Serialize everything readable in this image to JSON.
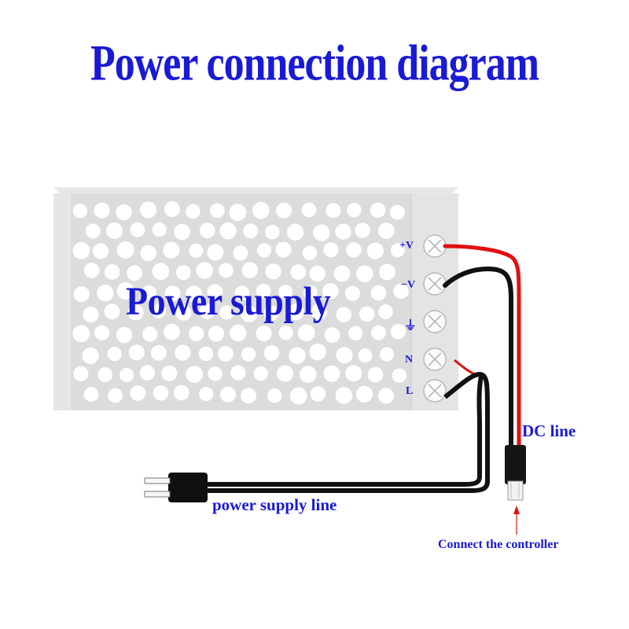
{
  "title": "Power connection diagram",
  "psu": {
    "label": "Power supply",
    "body_color": "#dcdcdc",
    "hole_color": "#ffffff",
    "terminals": [
      {
        "label": "+V",
        "id": "plus-v"
      },
      {
        "label": "−V",
        "id": "minus-v"
      },
      {
        "label": "⏚",
        "id": "ground"
      },
      {
        "label": "N",
        "id": "neutral"
      },
      {
        "label": "L",
        "id": "live"
      }
    ]
  },
  "labels": {
    "dc_line": "DC line",
    "supply_line": "power supply line",
    "controller": "Connect the controller"
  },
  "colors": {
    "text": "#1a1ad6",
    "red_wire": "#e01010",
    "black_wire": "#111111"
  }
}
